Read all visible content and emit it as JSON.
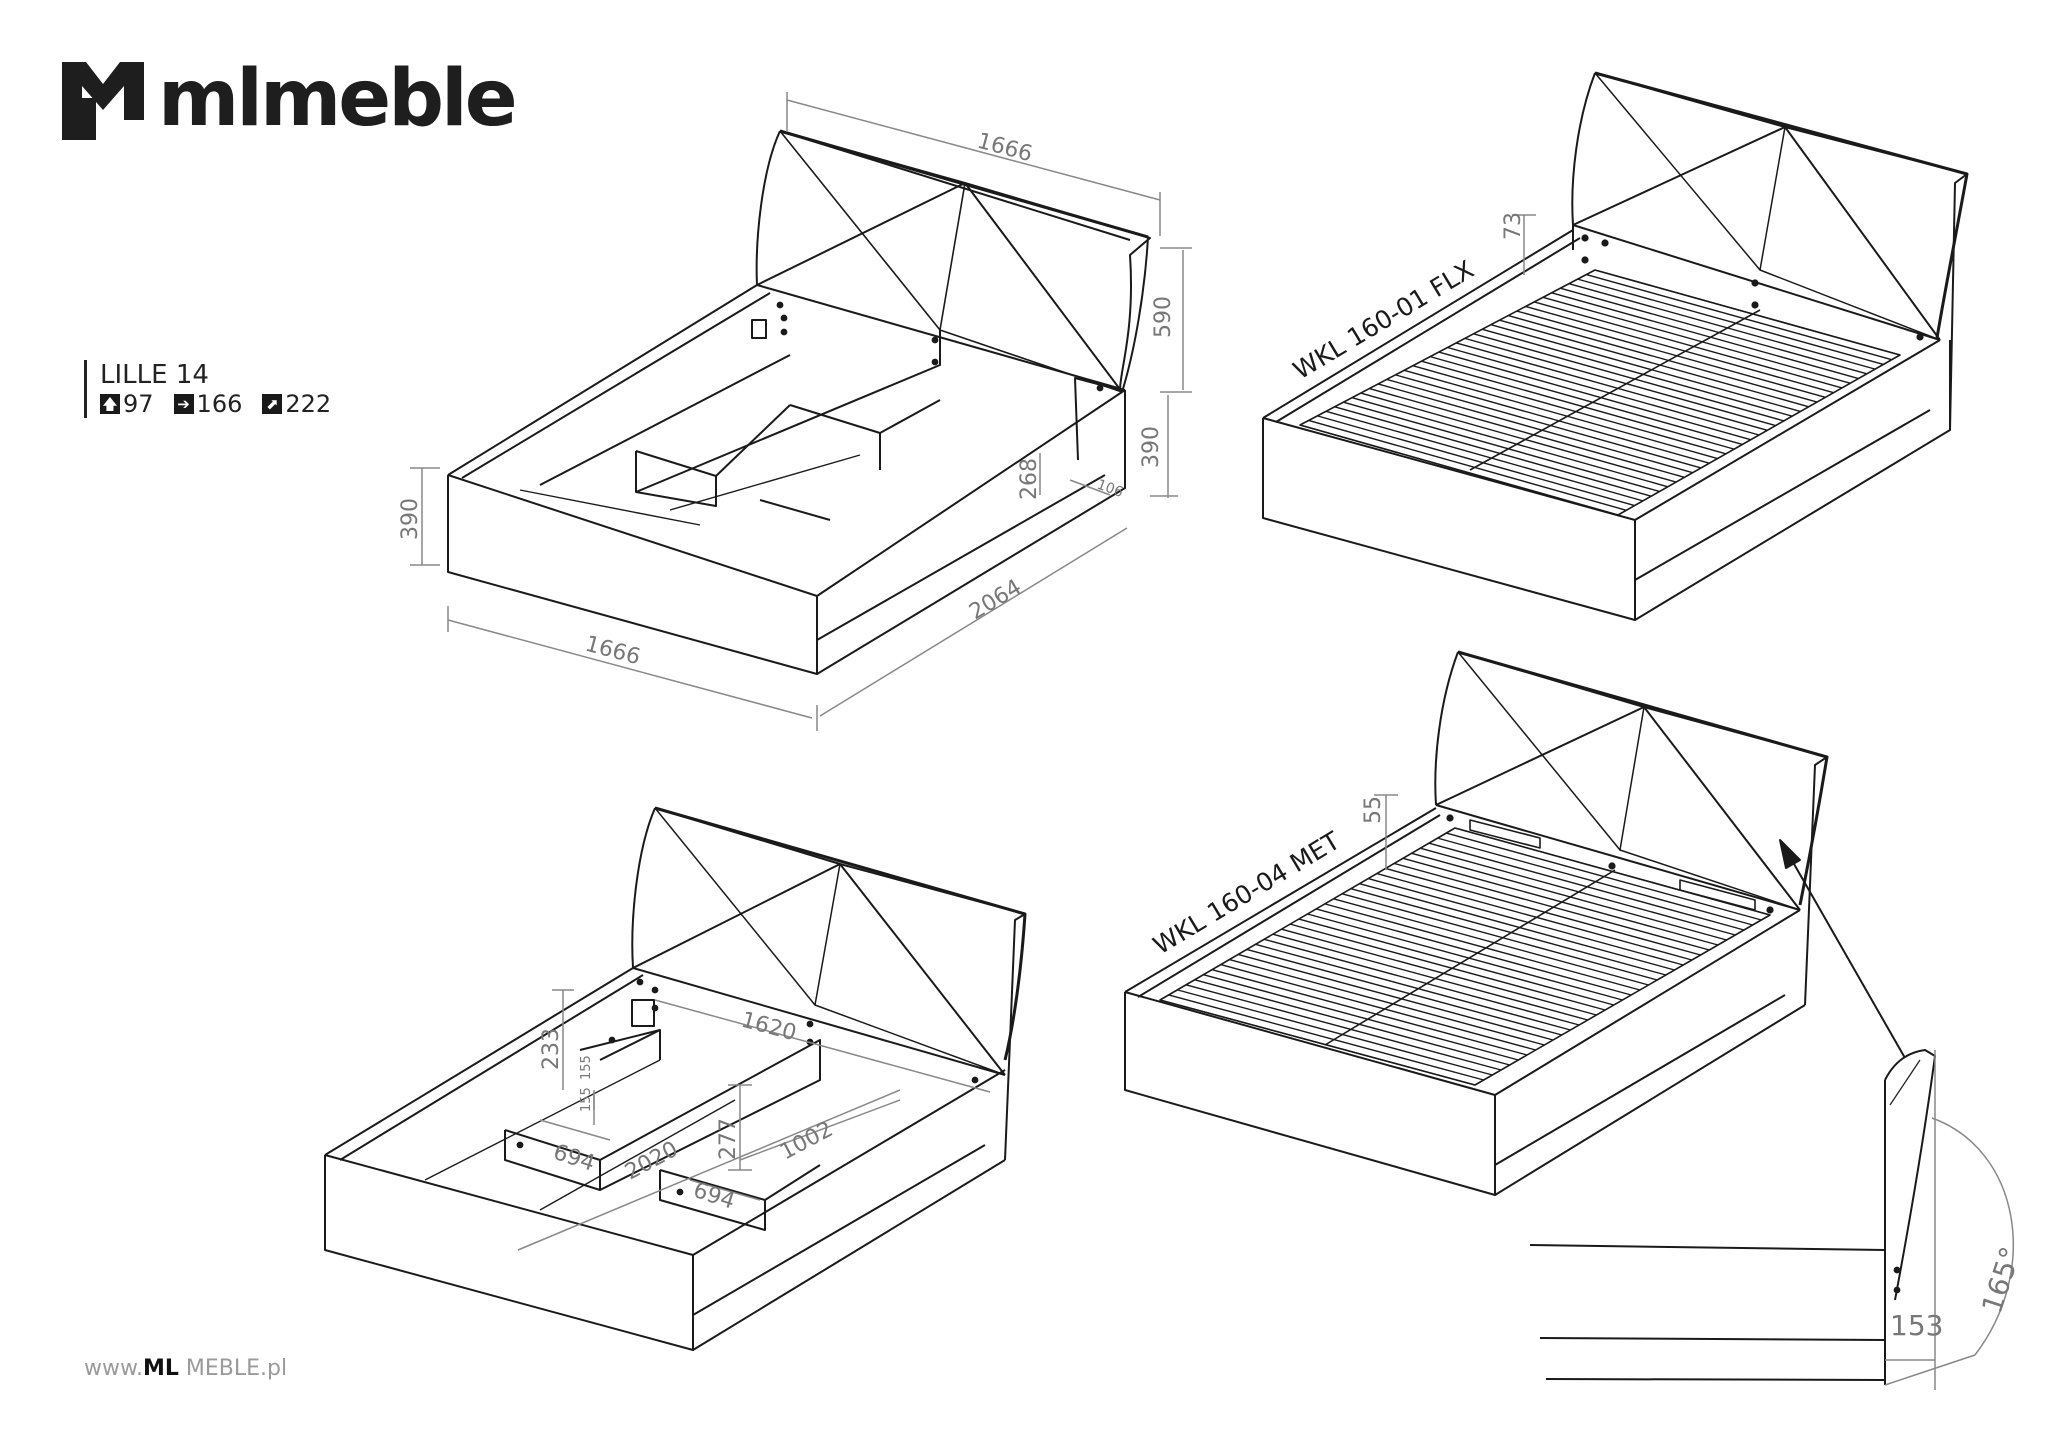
{
  "brand": {
    "name": "mlmeble"
  },
  "model": {
    "name": "LILLE 14",
    "dims": [
      {
        "icon": "arrow-up-icon",
        "glyph": "🡅",
        "value": "97"
      },
      {
        "icon": "arrow-right-icon",
        "glyph": "➔",
        "value": "166"
      },
      {
        "icon": "arrow-diagonal-icon",
        "glyph": "⬈",
        "value": "222"
      }
    ]
  },
  "website": {
    "prefix": "www.",
    "bold": "ML",
    "rest": " MEBLE",
    "suffix": ".pl"
  },
  "views": {
    "overall": {
      "width_top": "1666",
      "width_bottom": "1666",
      "length": "2064",
      "headboard_height": "590",
      "frame_height_right": "390",
      "frame_height_left": "390",
      "inner_height": "268",
      "leg": "106"
    },
    "flx": {
      "label": "WKL 160-01 FLX",
      "slat_offset": "73"
    },
    "met": {
      "label": "WKL 160-04 MET",
      "slat_offset": "55"
    },
    "inner": {
      "inner_width": "1620",
      "rail_height": "233",
      "small_a": "155",
      "small_b": "155",
      "mid_height": "277",
      "inner_length": "2020",
      "half_width": "1002",
      "board_a": "694",
      "board_b": "694"
    },
    "tilt": {
      "angle": "165°",
      "offset": "153"
    }
  },
  "colors": {
    "line": "#1a1a1a",
    "dimension": "#888888"
  }
}
